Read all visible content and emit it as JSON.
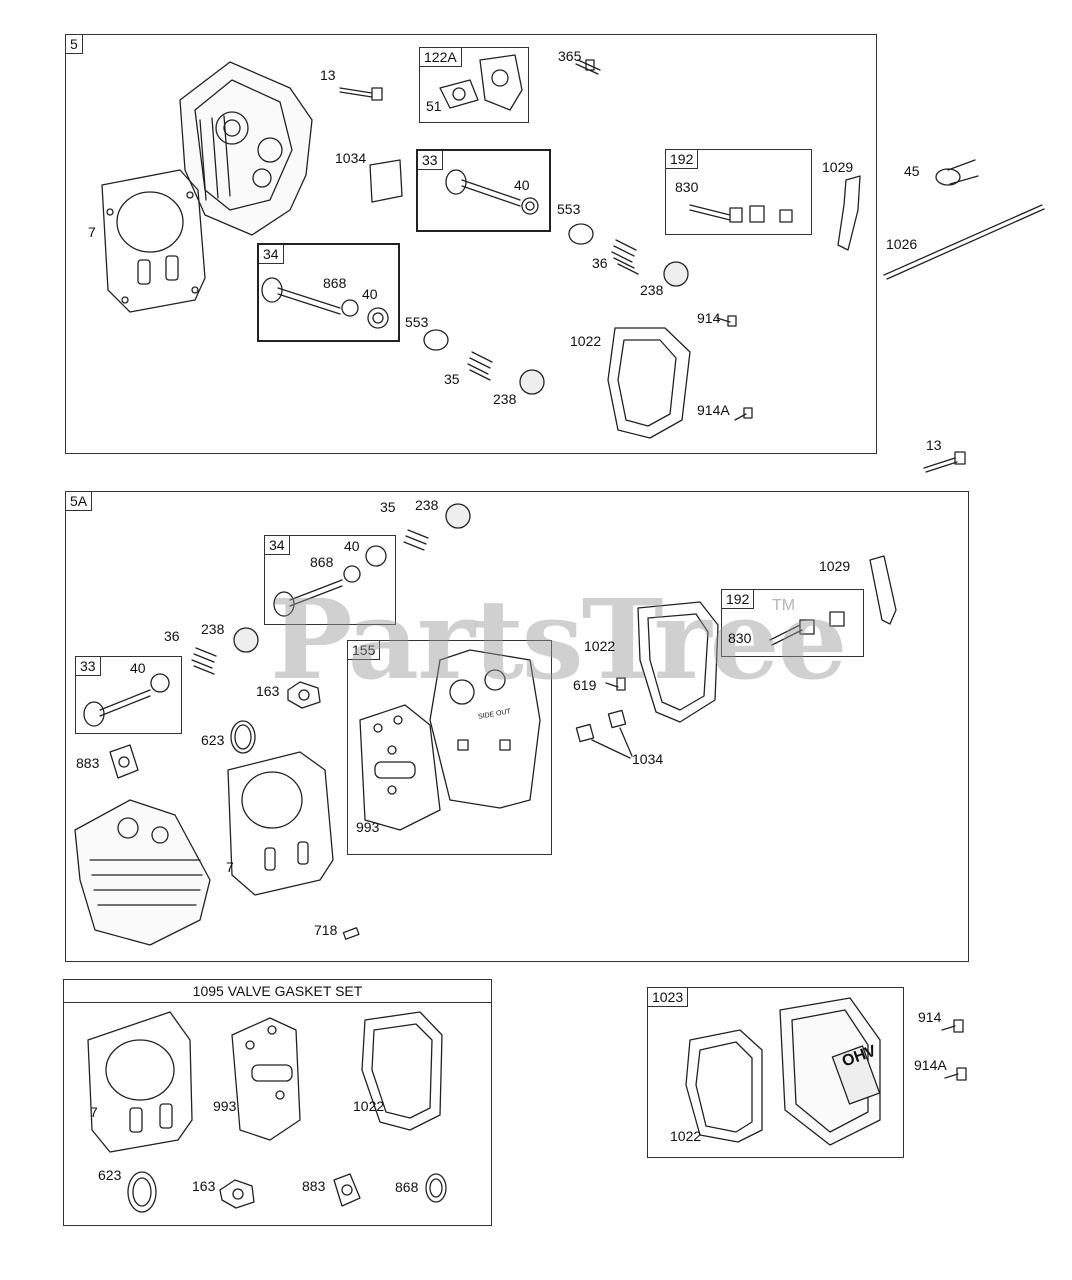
{
  "watermark": {
    "text": "PartsTree",
    "tm": "TM"
  },
  "section5": {
    "label": "5",
    "boxes": {
      "b122a": "122A",
      "b33": "33",
      "b34": "34",
      "b192": "192"
    },
    "parts": {
      "p13a": "13",
      "p365": "365",
      "p51": "51",
      "p1034": "1034",
      "p40a": "40",
      "p830": "830",
      "p1029": "1029",
      "p45": "45",
      "p7": "7",
      "p553a": "553",
      "p36": "36",
      "p238a": "238",
      "p1026": "1026",
      "p868": "868",
      "p40b": "40",
      "p553b": "553",
      "p1022": "1022",
      "p914": "914",
      "p35": "35",
      "p238b": "238",
      "p914a": "914A",
      "p13b": "13"
    }
  },
  "section5a": {
    "label": "5A",
    "boxes": {
      "b34": "34",
      "b33": "33",
      "b155": "155",
      "b192": "192"
    },
    "parts": {
      "p35": "35",
      "p238a": "238",
      "p40a": "40",
      "p868": "868",
      "p1029": "1029",
      "p830": "830",
      "p36": "36",
      "p238b": "238",
      "p1022": "1022",
      "p40b": "40",
      "p163": "163",
      "p619": "619",
      "p623": "623",
      "p883": "883",
      "p1034": "1034",
      "p993": "993",
      "p7": "7",
      "p718": "718",
      "side_out": "SIDE OUT"
    }
  },
  "gasket_set": {
    "title": "1095 VALVE GASKET SET",
    "parts": {
      "p7": "7",
      "p993": "993",
      "p1022": "1022",
      "p623": "623",
      "p163": "163",
      "p883": "883",
      "p868": "868"
    }
  },
  "section1023": {
    "label": "1023",
    "parts": {
      "p914": "914",
      "p914a": "914A",
      "p1022": "1022",
      "ohv": "OHV"
    }
  }
}
